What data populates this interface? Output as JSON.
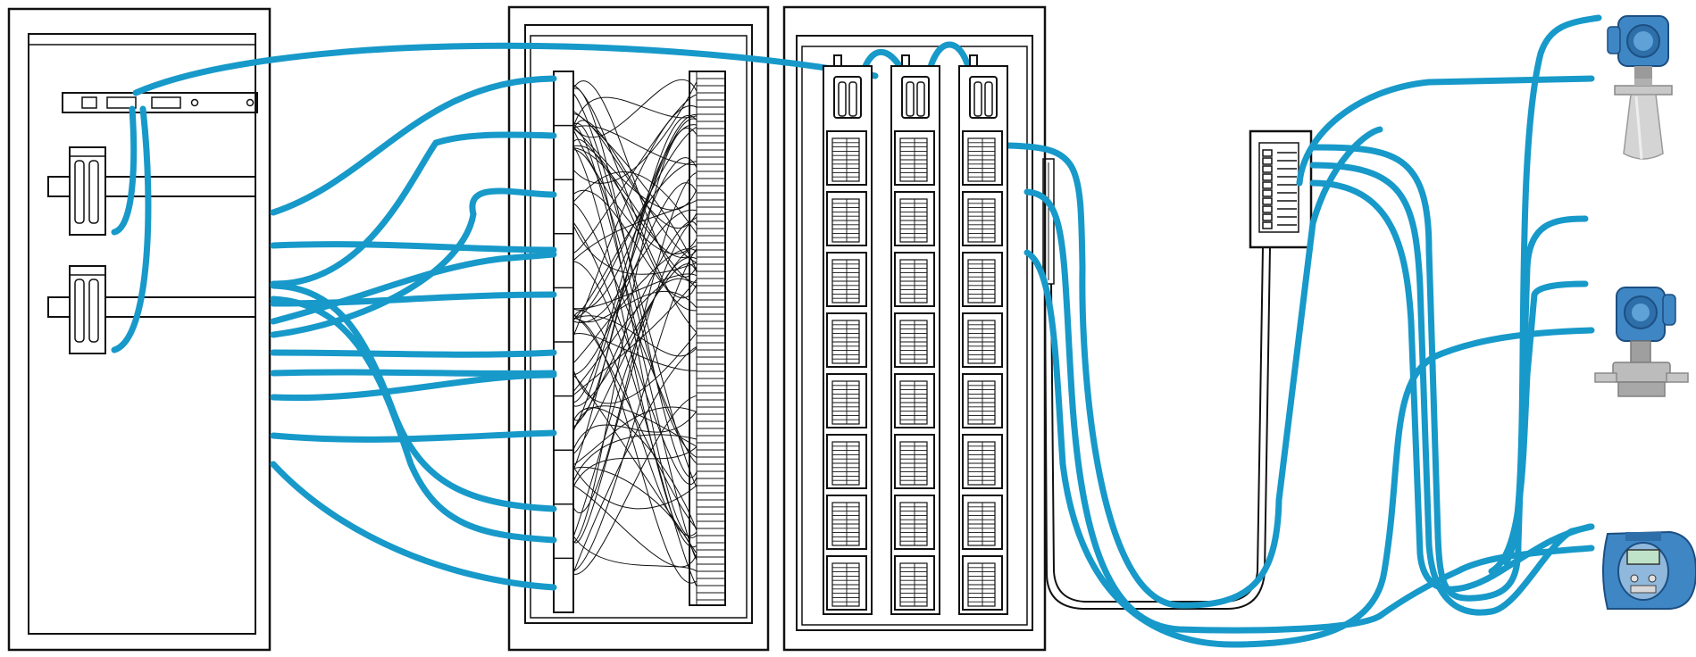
{
  "colors": {
    "cable": "#1799c9",
    "outline": "#111111",
    "background": "#ffffff",
    "device_body": "#3f86c4",
    "device_dark": "#1c4f82",
    "device_metal": "#b9b9b9",
    "display": "#bfe3c8"
  },
  "components": [
    {
      "name": "control-cabinet",
      "icon": "controller-cabinet"
    },
    {
      "name": "marshalling-cabinet",
      "icon": "terminal-cross-wiring"
    },
    {
      "name": "io-cabinet",
      "icon": "io-module-racks"
    },
    {
      "name": "field-junction-box",
      "icon": "junction-box"
    },
    {
      "name": "level-transmitter",
      "icon": "radar-level-transmitter"
    },
    {
      "name": "pressure-transmitter",
      "icon": "differential-pressure-transmitter"
    },
    {
      "name": "flow-meter",
      "icon": "flow-meter-display"
    }
  ]
}
